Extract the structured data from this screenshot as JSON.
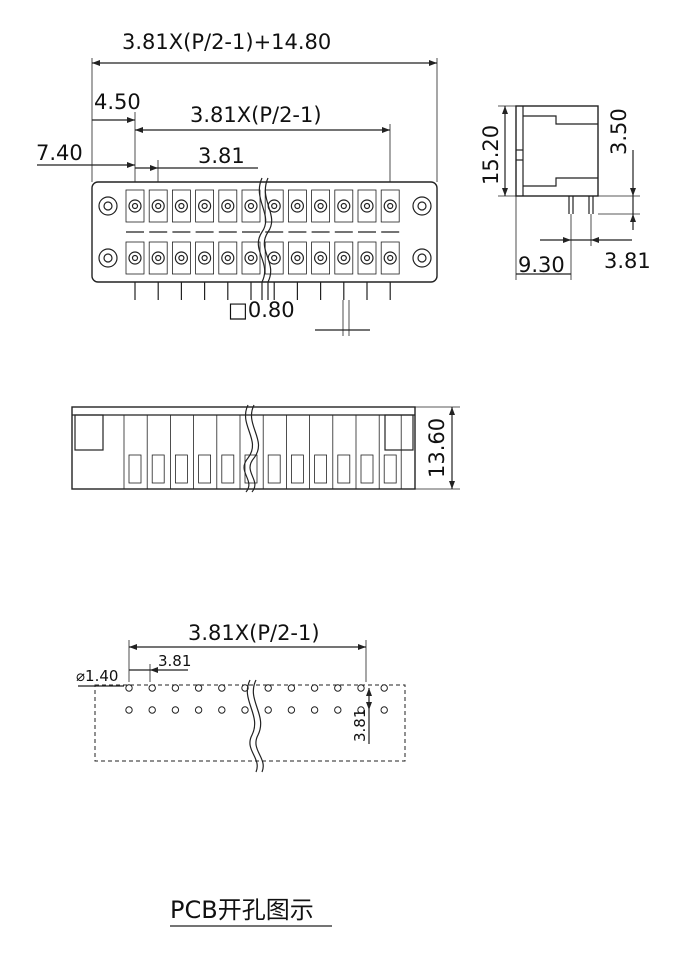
{
  "top_view": {
    "overall_width": "3.81X(P/2-1)+14.80",
    "pitch_span": "3.81X(P/2-1)",
    "offset_4_50": "4.50",
    "offset_7_40": "7.40",
    "pitch": "3.81",
    "pin_size": "□0.80"
  },
  "side_view": {
    "height": "15.20",
    "pin_length": "3.50",
    "depth": "9.30",
    "row_pitch": "3.81"
  },
  "front_view": {
    "height": "13.60"
  },
  "pcb_layout": {
    "pitch_span": "3.81X(P/2-1)",
    "pitch": "3.81",
    "hole_diameter": "⌀1.40",
    "row_pitch": "3.81",
    "caption": "PCB开孔图示"
  }
}
